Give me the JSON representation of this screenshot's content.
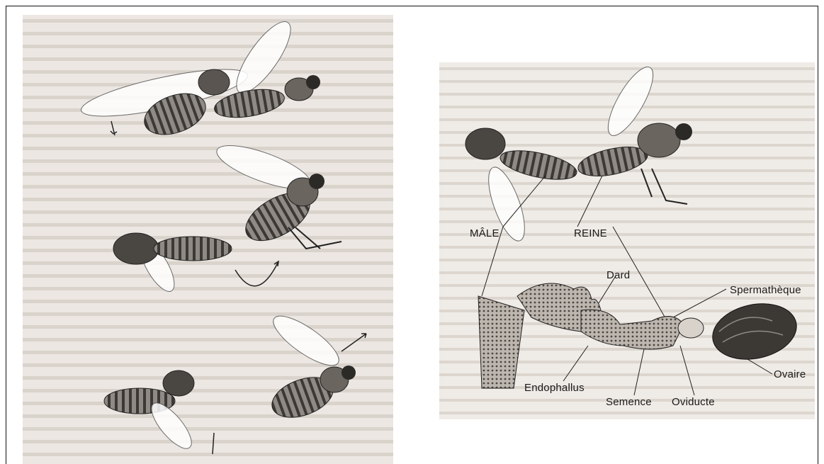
{
  "labels": {
    "male": "MÂLE",
    "queen": "REINE",
    "sting": "Dard",
    "spermatheca": "Spermathèque",
    "ovary": "Ovaire",
    "endophallus": "Endophallus",
    "semen": "Semence",
    "oviduct": "Oviducte"
  },
  "colors": {
    "page_texture": "#ece7e2",
    "ink": "#1a1a1a",
    "insect_fill": "#8f8a85",
    "insect_dark": "#3c3935"
  }
}
